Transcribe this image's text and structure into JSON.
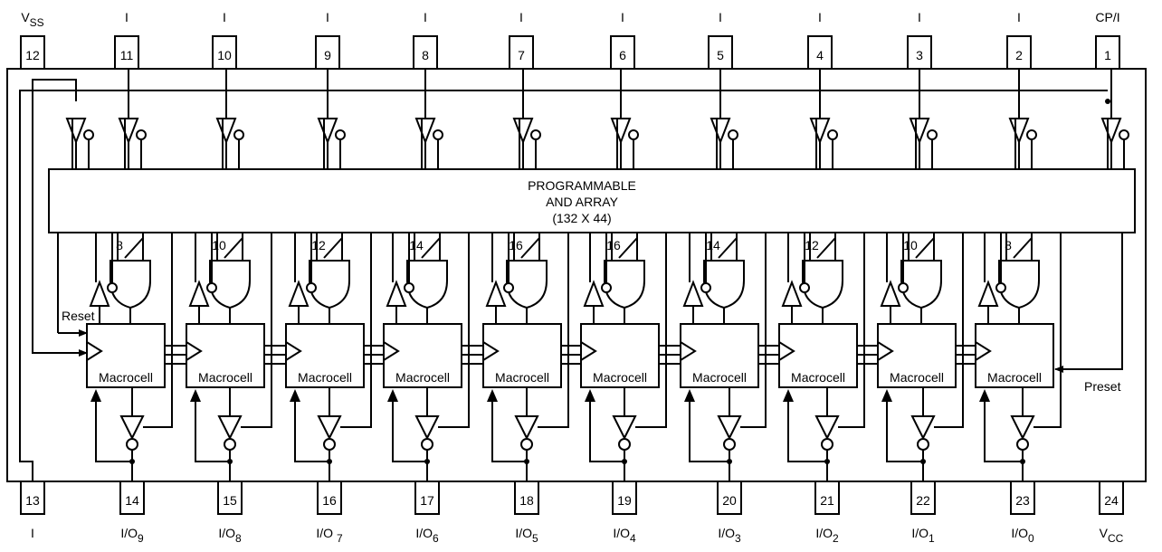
{
  "top_pins": [
    {
      "num": "12",
      "name": "V",
      "sub": "SS"
    },
    {
      "num": "11",
      "name": "I",
      "sub": ""
    },
    {
      "num": "10",
      "name": "I",
      "sub": ""
    },
    {
      "num": "9",
      "name": "I",
      "sub": ""
    },
    {
      "num": "8",
      "name": "I",
      "sub": ""
    },
    {
      "num": "7",
      "name": "I",
      "sub": ""
    },
    {
      "num": "6",
      "name": "I",
      "sub": ""
    },
    {
      "num": "5",
      "name": "I",
      "sub": ""
    },
    {
      "num": "4",
      "name": "I",
      "sub": ""
    },
    {
      "num": "3",
      "name": "I",
      "sub": ""
    },
    {
      "num": "2",
      "name": "I",
      "sub": ""
    },
    {
      "num": "1",
      "name": "CP/I",
      "sub": ""
    }
  ],
  "bottom_pins": [
    {
      "num": "13",
      "name": "I",
      "sub": ""
    },
    {
      "num": "14",
      "name": "I/O",
      "sub": "9"
    },
    {
      "num": "15",
      "name": "I/O",
      "sub": "8"
    },
    {
      "num": "16",
      "name": "I/O ",
      "sub": "7"
    },
    {
      "num": "17",
      "name": "I/O",
      "sub": "6"
    },
    {
      "num": "18",
      "name": "I/O",
      "sub": "5"
    },
    {
      "num": "19",
      "name": "I/O",
      "sub": "4"
    },
    {
      "num": "20",
      "name": "I/O",
      "sub": "3"
    },
    {
      "num": "21",
      "name": "I/O",
      "sub": "2"
    },
    {
      "num": "22",
      "name": "I/O",
      "sub": "1"
    },
    {
      "num": "23",
      "name": "I/O",
      "sub": "0"
    },
    {
      "num": "24",
      "name": "V",
      "sub": "CC"
    }
  ],
  "array": {
    "line1": "PROGRAMMABLE",
    "line2": "AND ARRAY",
    "line3": "(132 X 44)"
  },
  "macrocell_label": "Macrocell",
  "product_terms": [
    "8",
    "10",
    "12",
    "14",
    "16",
    "16",
    "14",
    "12",
    "10",
    "8"
  ],
  "reset_label": "Reset",
  "preset_label": "Preset"
}
